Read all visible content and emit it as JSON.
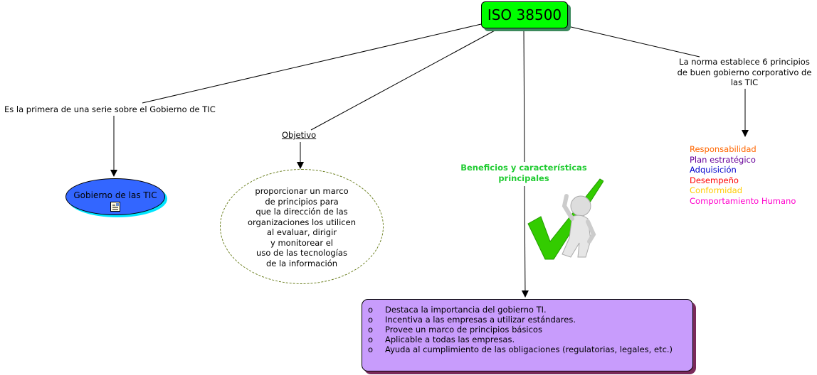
{
  "root": {
    "label": "ISO 38500",
    "color": "#00ff00"
  },
  "link_serie": "Es la primera de una serie sobre el Gobierno de TIC",
  "node_gobierno": {
    "label": "Gobierno de las TIC",
    "icon": "document-image-icon"
  },
  "link_objetivo": "Objetivo",
  "node_objetivo": {
    "lines": [
      "proporcionar un marco",
      "de principios para",
      "que la dirección de las",
      "organizaciones los utilicen",
      "al evaluar, dirigir",
      "y monitorear el",
      "uso de las tecnologías",
      "de la información"
    ]
  },
  "link_beneficios": {
    "lines": [
      "Beneficios y características",
      "principales"
    ]
  },
  "node_beneficios": {
    "bullet": "o",
    "items": [
      "Destaca la importancia del gobierno TI.",
      "Incentiva a las empresas a utilizar estándares.",
      "Provee un marco de principios básicos",
      "Aplicable a todas las empresas.",
      "Ayuda al cumplimiento de las obligaciones (regulatorias, legales, etc.)"
    ]
  },
  "link_norma": {
    "lines": [
      "La norma establece 6 principios",
      "de buen gobierno corporativo de",
      "las TIC"
    ]
  },
  "principios": [
    {
      "label": "Responsabilidad",
      "color": "#ff6600"
    },
    {
      "label": "Plan estratégico",
      "color": "#660099"
    },
    {
      "label": "Adquisición",
      "color": "#0000cc"
    },
    {
      "label": "Desempeño",
      "color": "#ff0000"
    },
    {
      "label": "Conformidad",
      "color": "#ffcc00"
    },
    {
      "label": "Comportamiento Humano",
      "color": "#ff00cc"
    }
  ]
}
